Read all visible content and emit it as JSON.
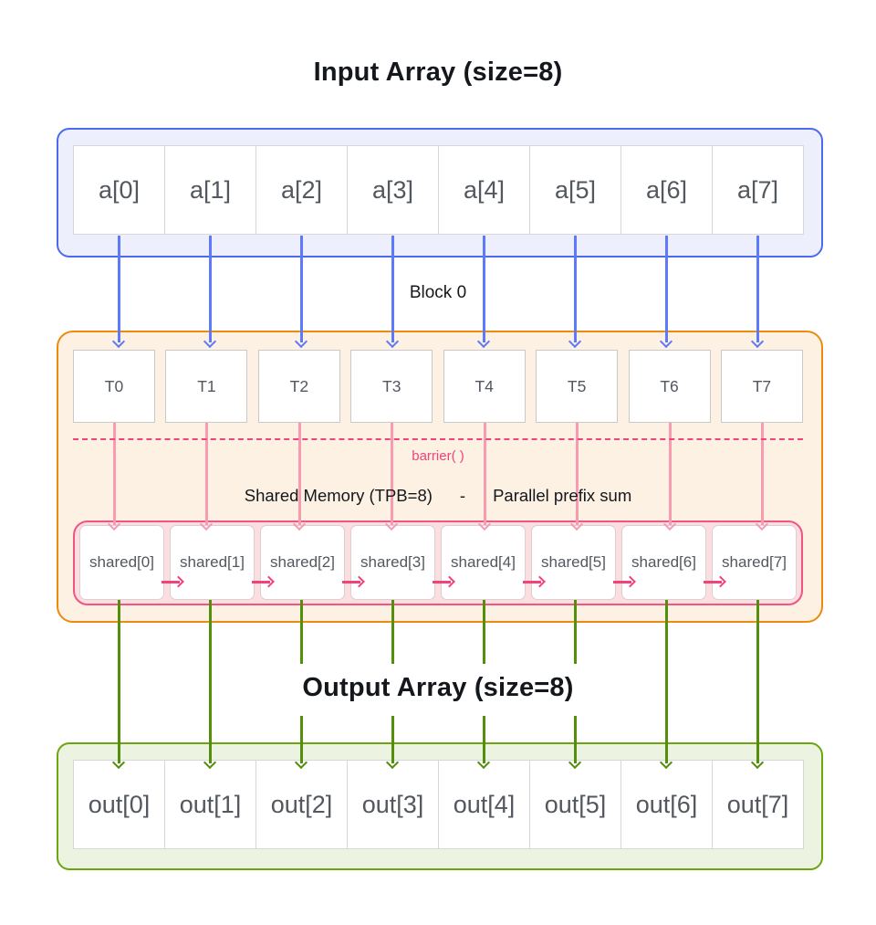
{
  "titles": {
    "input": "Input Array (size=8)",
    "output": "Output Array (size=8)"
  },
  "labels": {
    "block": "Block 0",
    "barrier": "barrier( )",
    "shared_memory": "Shared Memory (TPB=8)",
    "dash": "-",
    "prefix_sum": "Parallel prefix sum"
  },
  "input_array": {
    "cells": [
      "a[0]",
      "a[1]",
      "a[2]",
      "a[3]",
      "a[4]",
      "a[5]",
      "a[6]",
      "a[7]"
    ]
  },
  "threads": {
    "cells": [
      "T0",
      "T1",
      "T2",
      "T3",
      "T4",
      "T5",
      "T6",
      "T7"
    ]
  },
  "shared_memory": {
    "cells": [
      "shared[0]",
      "shared[1]",
      "shared[2]",
      "shared[3]",
      "shared[4]",
      "shared[5]",
      "shared[6]",
      "shared[7]"
    ]
  },
  "output_array": {
    "cells": [
      "out[0]",
      "out[1]",
      "out[2]",
      "out[3]",
      "out[4]",
      "out[5]",
      "out[6]",
      "out[7]"
    ]
  },
  "colors": {
    "blue_border": "#4c6af0",
    "blue_bg": "#edf0fc",
    "blue_arrow": "#5f7af8",
    "orange_border": "#ee8a0d",
    "orange_bg": "#fcf1e3",
    "pink_border": "#f05583",
    "pink_strong": "#f0437a",
    "pink_light": "#f79cb0",
    "pink_bg": "#fbdedf",
    "shared_cell_border": "#ddcfcf",
    "green_border": "#6ba60f",
    "green_bg": "#edf3e1",
    "green_arrow": "#538f0b",
    "cell_border": "#d7d7d7",
    "thread_cell_border": "#c9c9c9",
    "cell_text": "#53575e",
    "label_text": "#14171b"
  }
}
